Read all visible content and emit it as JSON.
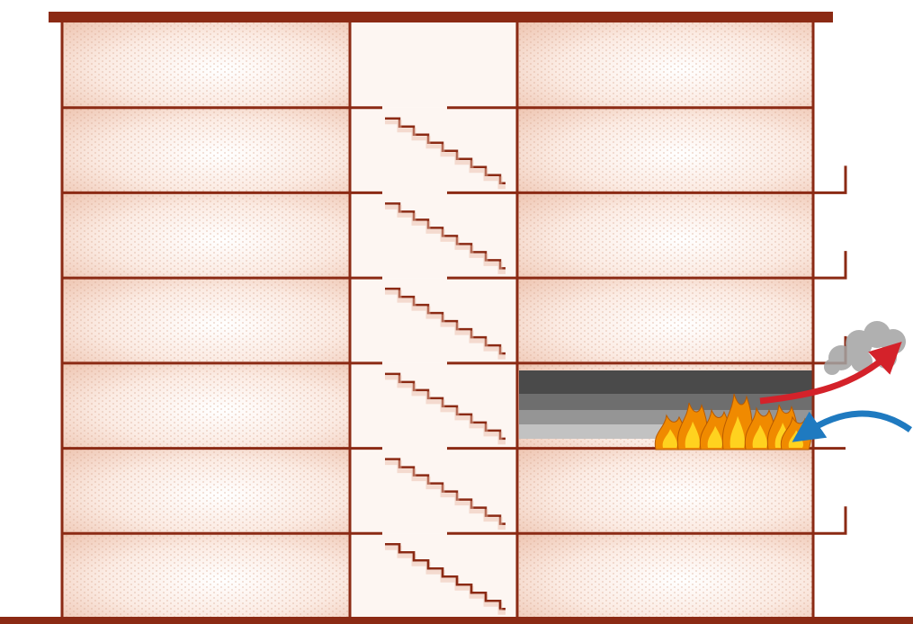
{
  "colors": {
    "structure": "#8b2a14",
    "room_fill_light": "#fdf3ee",
    "room_fill_dark": "#efc7b4",
    "smoke_dark": "#4a4a4a",
    "smoke_mid": "#7a7a7a",
    "smoke_light": "#b8b8b8",
    "fire_outer": "#f08a00",
    "fire_inner": "#ffd21f",
    "hot_air_arrow": "#d4222a",
    "fresh_air_arrow": "#1f7ac0",
    "smoke_puff": "#9a9a9a"
  },
  "building": {
    "floors": 7,
    "fire_floor_from_bottom": 3,
    "balcony_floors_from_bottom": [
      2,
      4,
      5,
      6
    ],
    "stairwell": "central"
  },
  "icons": {
    "fire": "flames-icon",
    "smoke": "smoke-cloud-icon",
    "hot_air": "hot-air-out-arrow-icon",
    "fresh_air": "fresh-air-in-arrow-icon"
  }
}
